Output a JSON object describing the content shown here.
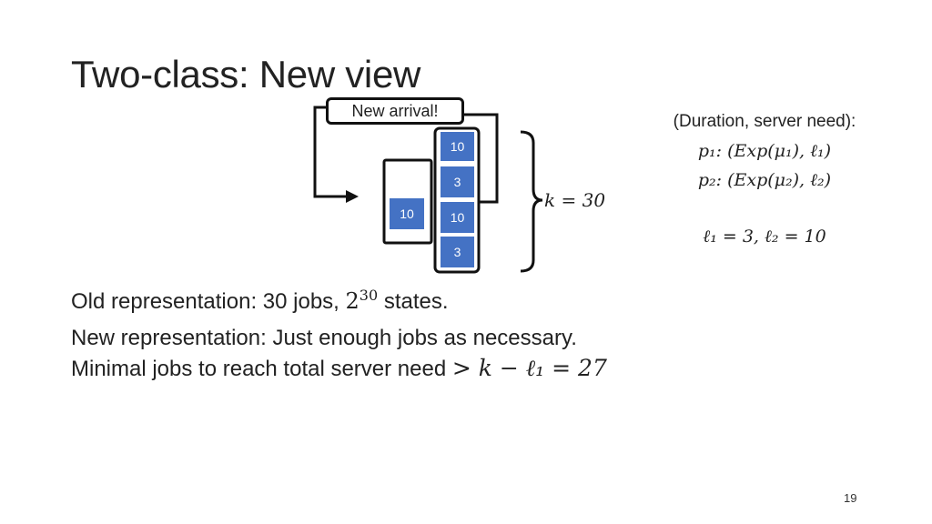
{
  "slide": {
    "title": "Two-class: New view",
    "page_number": "19"
  },
  "diagram": {
    "arrival_label": "New arrival!",
    "server_job": "10",
    "queue_jobs": [
      "10",
      "3",
      "10",
      "3"
    ],
    "k_label": "k = 30",
    "colors": {
      "job_fill": "#4472c4",
      "outline": "#111111"
    }
  },
  "legend": {
    "heading": "(Duration, server need):",
    "p1_line": "p₁:  (Exp(μ₁), ℓ₁)",
    "p2_line": "p₂:  (Exp(μ₂), ℓ₂)",
    "l_values": "ℓ₁ = 3, ℓ₂ = 10"
  },
  "body": {
    "old_prefix": "Old representation: 30 jobs, ",
    "old_base": "2",
    "old_exp": "30",
    "old_suffix": " states.",
    "new_line": "New representation: Just enough jobs as necessary.",
    "minimal_prefix": "Minimal jobs to reach total server need ",
    "minimal_math": "> k − ℓ₁ = 27"
  }
}
